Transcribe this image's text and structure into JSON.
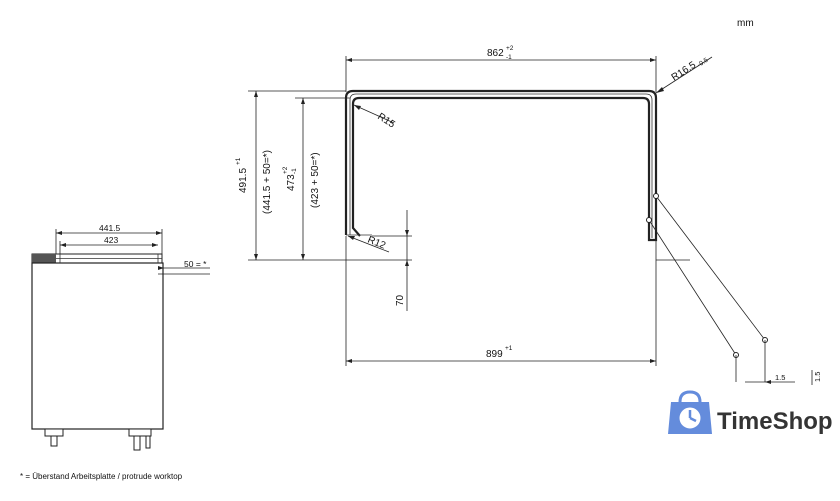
{
  "units": "mm",
  "front_view": {
    "dim_outer": "441.5",
    "dim_inner": "423",
    "dim_protrude": "50 = *"
  },
  "plan_view": {
    "top_width": "862",
    "top_width_tol_upper": "+2",
    "top_width_tol_lower": "-1",
    "corner_outer": "R16.5",
    "corner_outer_tol": "-0.5",
    "corner_r15": "R15",
    "corner_r12": "R12",
    "height_total": "491.5",
    "height_total_tol": "+1",
    "height_total_note": "(441.5 + 50=*)",
    "height_inner": "473",
    "height_inner_tol_upper": "+2",
    "height_inner_tol_lower": "-1",
    "height_inner_note": "(423 + 50=*)",
    "depth_70": "70",
    "bottom_width": "899",
    "bottom_width_tol": "+1",
    "detail_dim_a": "1.5",
    "detail_dim_b": "1.5"
  },
  "footnote": "* = Überstand Arbeitsplatte / protrude worktop",
  "watermark": {
    "brand": "TimeShop",
    "brand_color": "#4a78d6",
    "icon": "shopping-bag-clock-icon"
  }
}
